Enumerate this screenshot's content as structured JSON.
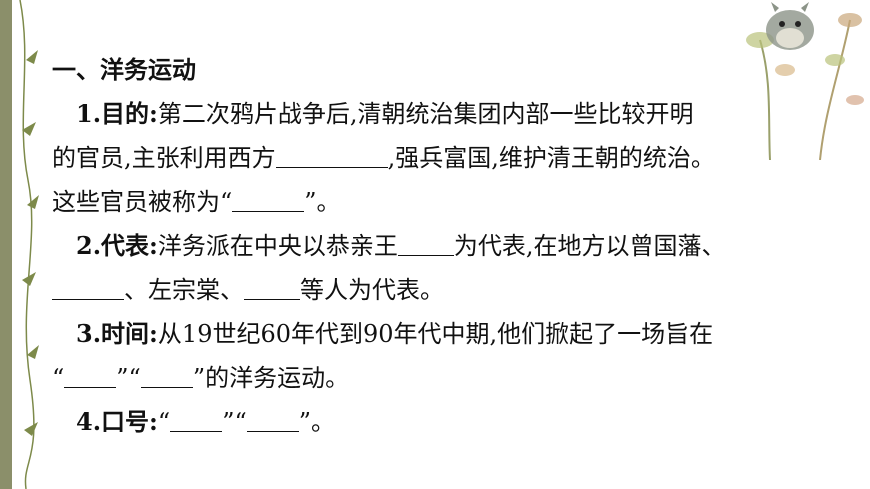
{
  "heading": "一、洋务运动",
  "item1": {
    "label": "1.目的:",
    "text_a": "第二次鸦片战争后,清朝统治集团内部一些比较开明",
    "text_b1": "的官员,主张利用西方",
    "text_b2": ",强兵富国,维护清王朝的统治。",
    "text_c1": "这些官员被称为“",
    "text_c2": "”。"
  },
  "item2": {
    "label": "2.代表:",
    "text_a1": "洋务派在中央以恭亲王",
    "text_a2": "为代表,在地方以曾国藩、",
    "text_b1": "、左宗棠、",
    "text_b2": "等人为代表。"
  },
  "item3": {
    "label": "3.时间:",
    "text_a": "从19世纪60年代到90年代中期,他们掀起了一场旨在",
    "text_b1": "“",
    "text_b2": "”“",
    "text_b3": "”的洋务运动。"
  },
  "item4": {
    "label": "4.口号:",
    "text_a1": "“",
    "text_a2": "”“",
    "text_a3": "”。"
  },
  "colors": {
    "left_bar": "#8b8f6a",
    "vine": "#7d8a4a",
    "accent_leaf": "#b9c27a"
  },
  "icons": [
    "vine-decoration-icon",
    "tree-corner-decoration-icon"
  ]
}
